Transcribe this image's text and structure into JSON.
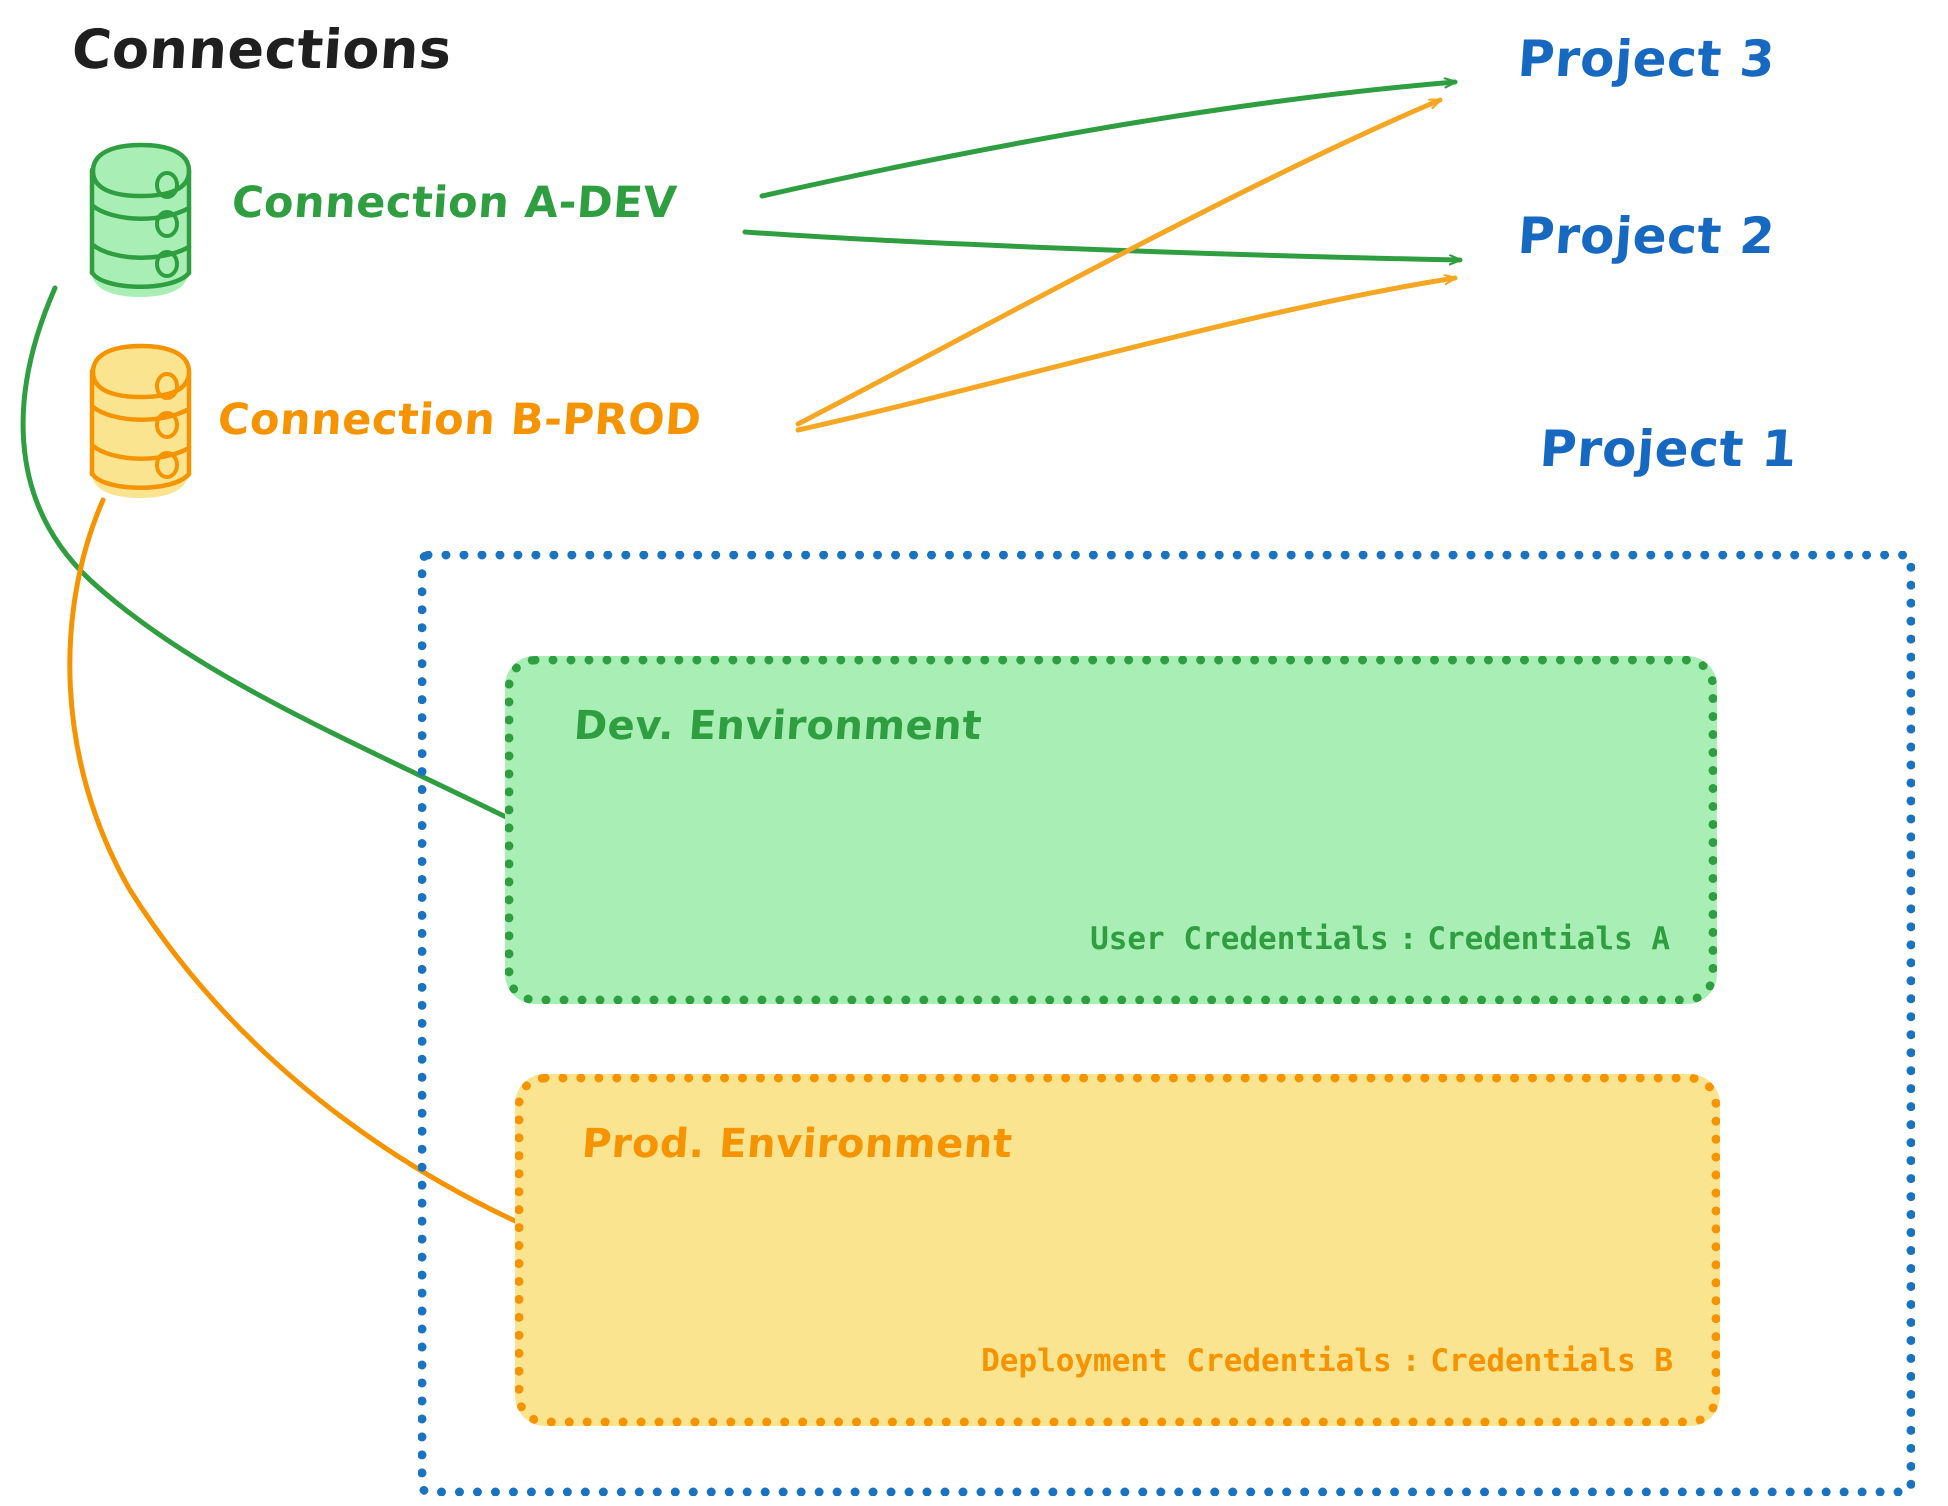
{
  "title": "Connections",
  "connections": [
    {
      "id": "a-dev",
      "label": "Connection A-DEV",
      "color": "#2e9e41",
      "fill": "#a9efb5",
      "icon": "database-cylinder-icon"
    },
    {
      "id": "b-prod",
      "label": "Connection B-PROD",
      "color": "#f59300",
      "fill": "#fbe490",
      "icon": "database-cylinder-icon"
    }
  ],
  "projects": [
    {
      "id": "project-3",
      "label": "Project 3",
      "color": "#1668c0"
    },
    {
      "id": "project-2",
      "label": "Project 2",
      "color": "#1668c0"
    },
    {
      "id": "project-1",
      "label": "Project 1",
      "color": "#1668c0"
    }
  ],
  "project1": {
    "border_color": "#1a73c0",
    "environments": [
      {
        "id": "dev",
        "title": "Dev. Environment",
        "cred_label": "User Credentials",
        "cred_sep": ":",
        "cred_value": "Credentials A",
        "color": "#2e9e41",
        "fill": "#a9efb5"
      },
      {
        "id": "prod",
        "title": "Prod. Environment",
        "cred_label": "Deployment Credentials",
        "cred_sep": ":",
        "cred_value": "Credentials B",
        "color": "#f59300",
        "fill": "#fbe490"
      }
    ]
  },
  "edges": [
    {
      "id": "a-dev-to-project-3",
      "from": "Connection A-DEV",
      "to": "Project 3",
      "color": "#2e9e41"
    },
    {
      "id": "a-dev-to-project-2",
      "from": "Connection A-DEV",
      "to": "Project 2",
      "color": "#2e9e41"
    },
    {
      "id": "a-dev-to-dev-env",
      "from": "Connection A-DEV",
      "to": "Dev. Environment",
      "color": "#2e9e41"
    },
    {
      "id": "b-prod-to-project-3",
      "from": "Connection B-PROD",
      "to": "Project 3",
      "color": "#f5a623"
    },
    {
      "id": "b-prod-to-project-2",
      "from": "Connection B-PROD",
      "to": "Project 2",
      "color": "#f5a623"
    },
    {
      "id": "b-prod-to-prod-env",
      "from": "Connection B-PROD",
      "to": "Prod. Environment",
      "color": "#f59300"
    }
  ]
}
